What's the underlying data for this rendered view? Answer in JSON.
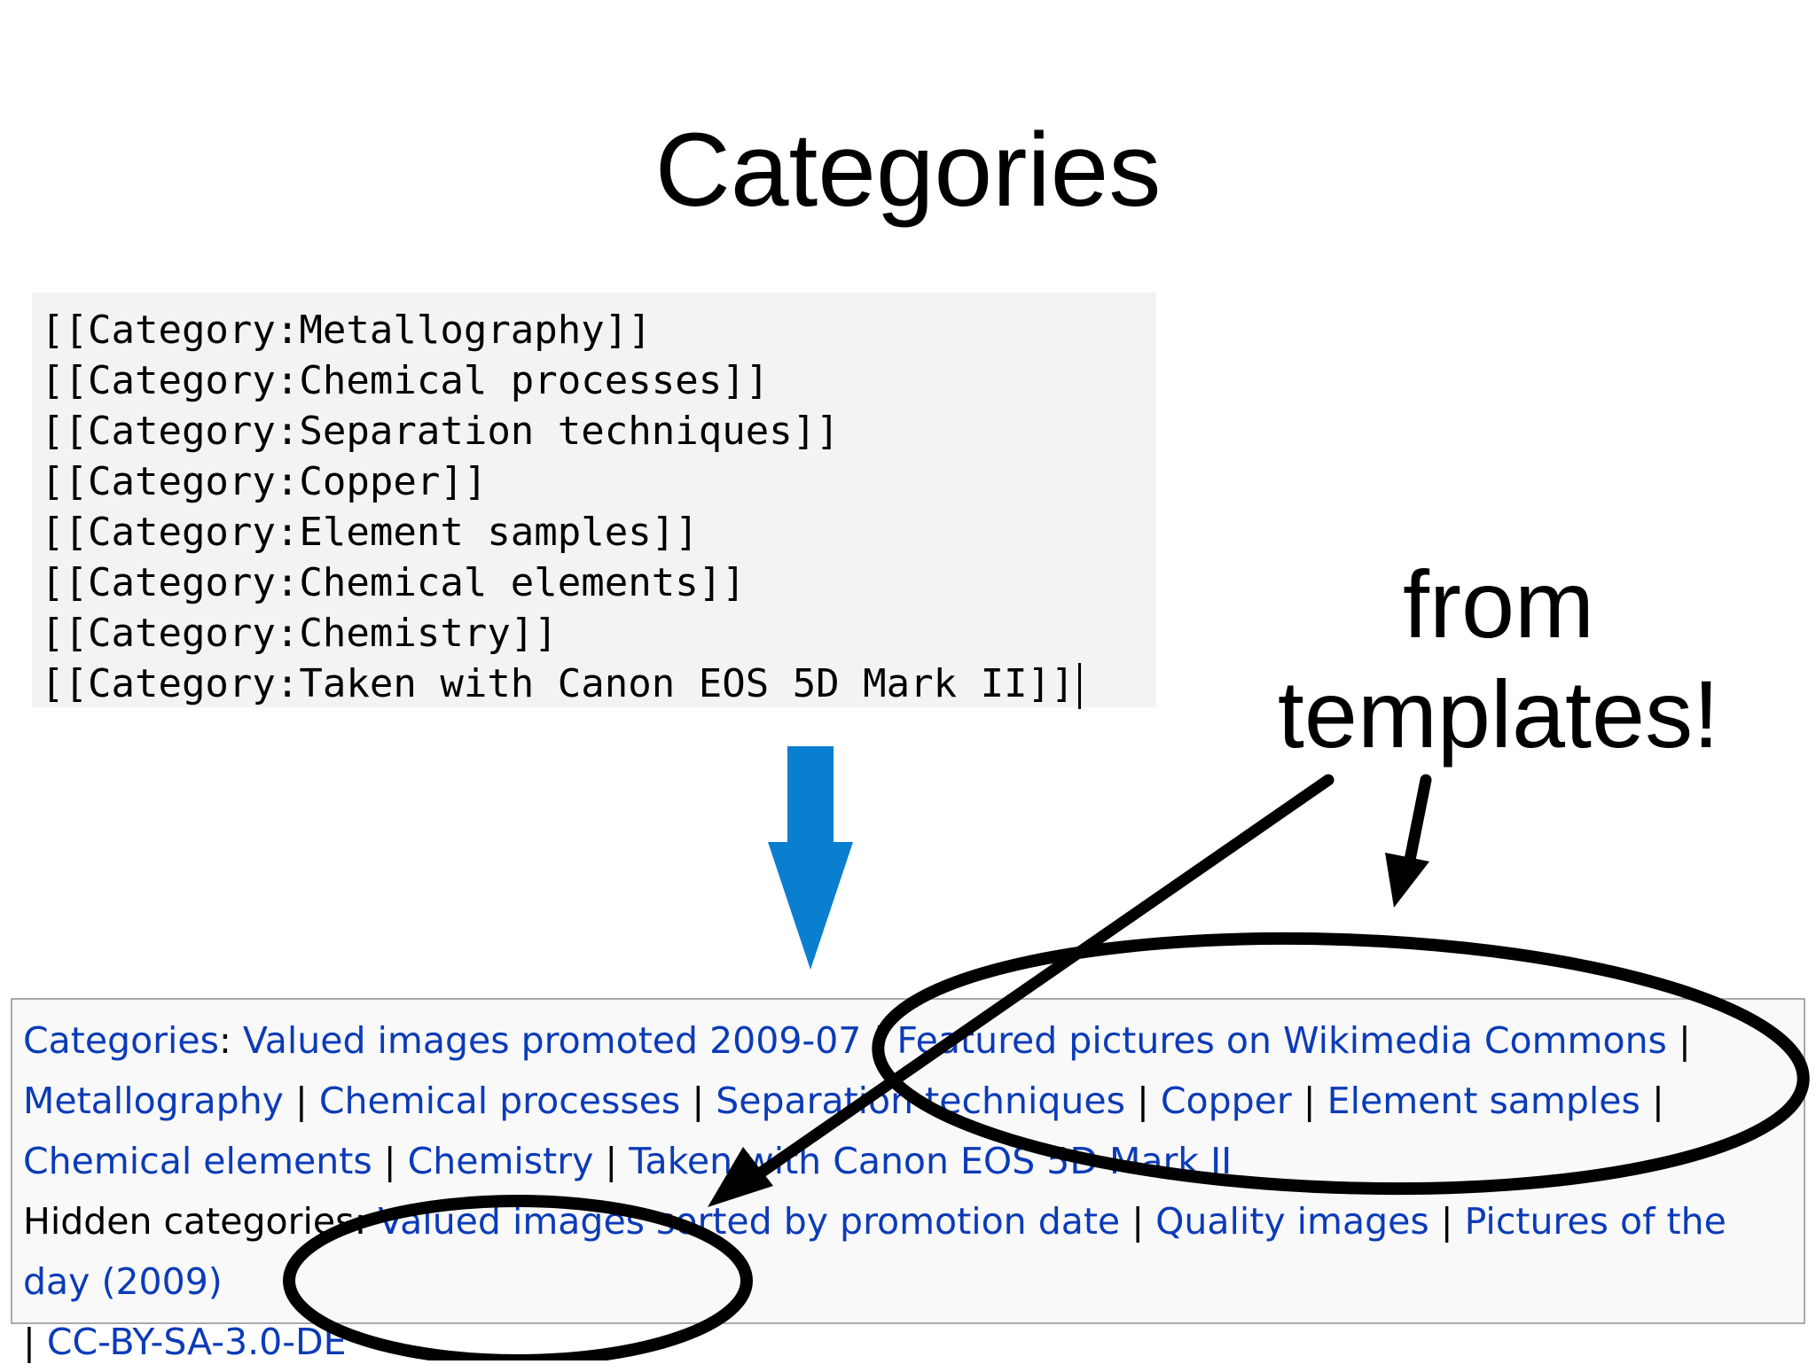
{
  "title": "Categories",
  "wikitext_lines": [
    "[[Category:Metallography]]",
    "[[Category:Chemical processes]]",
    "[[Category:Separation techniques]]",
    "[[Category:Copper]]",
    "[[Category:Element samples]]",
    "[[Category:Chemical elements]]",
    "[[Category:Chemistry]]",
    "[[Category:Taken with Canon EOS 5D Mark II]]"
  ],
  "annotation": {
    "line1": "from",
    "line2": "templates!"
  },
  "rendered": {
    "categories_label": "Categories",
    "categories": [
      "Valued images promoted 2009-07",
      "Featured pictures on Wikimedia Commons",
      "Metallography",
      "Chemical processes",
      "Separation techniques",
      "Copper",
      "Element samples",
      "Chemical elements",
      "Chemistry",
      "Taken with Canon EOS 5D Mark II"
    ],
    "hidden_label": "Hidden categories",
    "hidden": [
      "Valued images sorted by promotion date",
      "Quality images",
      "Pictures of the day (2009)",
      "CC-BY-SA-3.0-DE"
    ],
    "separator": "|",
    "colon": ":"
  },
  "colors": {
    "link": "#0b3bb8",
    "arrow_blue": "#0a7fcf",
    "code_bg": "#f3f3f3",
    "box_bg": "#f9f9f9",
    "box_border": "#aaaaaa"
  },
  "icons": {
    "down_arrow": "down-arrow-icon",
    "annotation_arrows": "pointer-arrow-icon",
    "highlight_ellipses": "ellipse-highlight"
  }
}
